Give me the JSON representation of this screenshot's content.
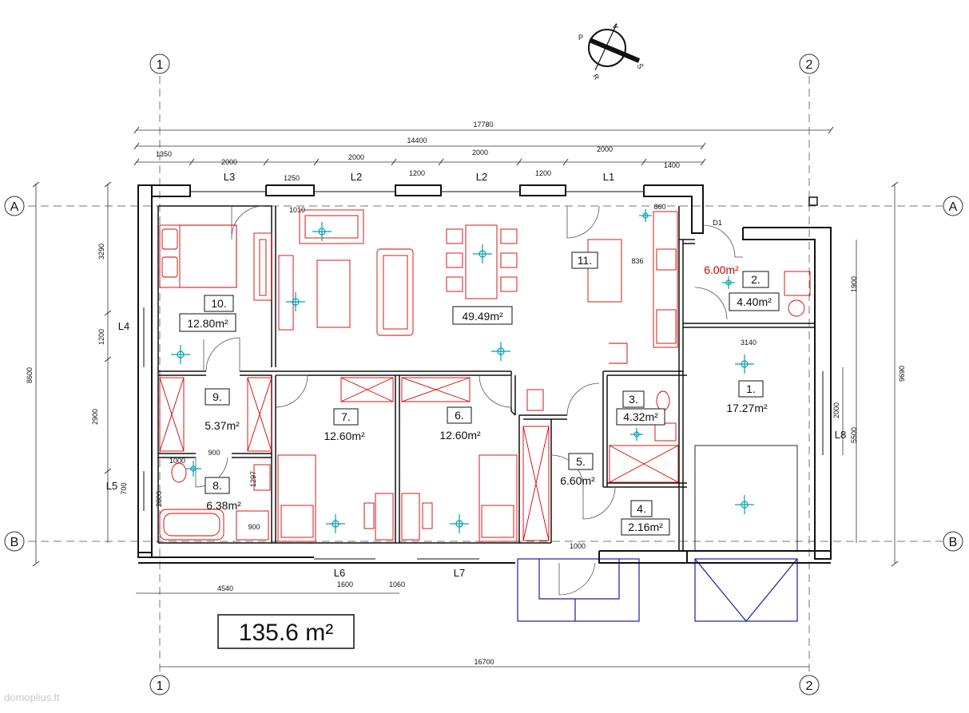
{
  "axes": {
    "col_1": "1",
    "col_2": "2",
    "row_a": "A",
    "row_b": "B"
  },
  "dims": {
    "total_top": "17780",
    "top_14400": "14400",
    "d1350": "1350",
    "d2000a": "2000",
    "d1250": "1250",
    "d2000b": "2000",
    "d1200a": "1200",
    "d2000c": "2000",
    "d1200b": "1200",
    "d2000d": "2000",
    "d1400": "1400",
    "left_8600": "8600",
    "left_3290": "3290",
    "left_1200": "1200",
    "left_2900": "2900",
    "left_700": "700",
    "right_9690": "9690",
    "right_1900": "1900",
    "right_2000": "2000",
    "right_5500": "5500",
    "bottom_4540": "4540",
    "bottom_1600": "1600",
    "bottom_1060": "1060",
    "bottom_16700": "16700",
    "d1010": "1010",
    "d860": "860",
    "d836": "836",
    "d3140": "3140",
    "d900a": "900",
    "d1000a": "1000",
    "d1297": "1297",
    "d2800": "2800",
    "d900b": "900",
    "d1000b": "1000"
  },
  "windows": {
    "L1": "L1",
    "L2a": "L2",
    "L2b": "L2",
    "L3": "L3",
    "L4": "L4",
    "L5": "L5",
    "L6": "L6",
    "L7": "L7",
    "L8": "L8",
    "D1": "D1"
  },
  "rooms": [
    {
      "num": "1.",
      "area": "17.27m²"
    },
    {
      "num": "2.",
      "area": "4.40m²"
    },
    {
      "num": "3.",
      "area": "4.32m²"
    },
    {
      "num": "4.",
      "area": "2.16m²"
    },
    {
      "num": "5.",
      "area": "6.60m²"
    },
    {
      "num": "6.",
      "area": "12.60m²"
    },
    {
      "num": "7.",
      "area": "12.60m²"
    },
    {
      "num": "8.",
      "area": "6.38m²"
    },
    {
      "num": "9.",
      "area": "5.37m²"
    },
    {
      "num": "10.",
      "area": "12.80m²"
    },
    {
      "num": "11.",
      "area": "49.49m²"
    }
  ],
  "red_area": "6.00m²",
  "total_area": "135.6 m²",
  "compass": {
    "v": "V",
    "p": "P",
    "s": "Š",
    "r": "R"
  },
  "watermark": "domoplius.lt",
  "colors": {
    "wall": "#111111",
    "furniture": "#d40000",
    "light": "#00a0b0",
    "porch": "#1a1aa6"
  }
}
